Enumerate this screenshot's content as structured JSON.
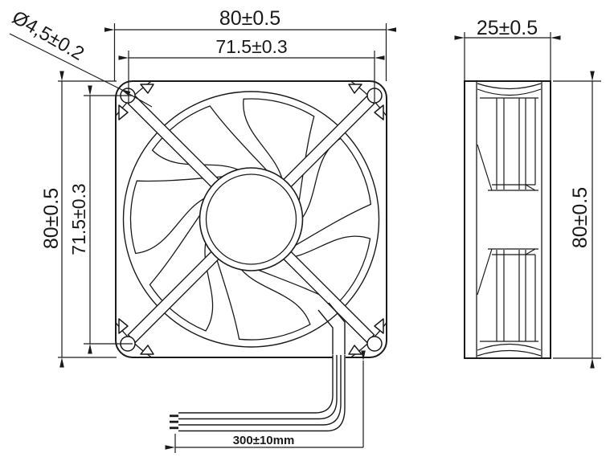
{
  "drawing": {
    "dimensions": {
      "front_width": "80±0.5",
      "front_width_holes": "71.5±0.3",
      "front_height": "80±0.5",
      "front_height_holes": "71.5±0.3",
      "mounting_hole_diameter": "Ø4,5±0.2",
      "side_depth": "25±0.5",
      "side_height": "80±0.5",
      "wire_length": "300±10mm"
    },
    "colors": {
      "line": "#1a1a1a",
      "background": "#ffffff"
    }
  }
}
